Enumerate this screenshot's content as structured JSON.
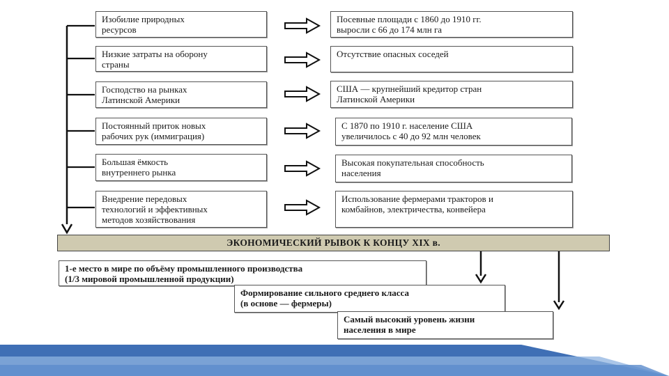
{
  "causes": [
    {
      "text": "Изобилие природных\nресурсов"
    },
    {
      "text": "Низкие затраты на оборону\nстраны"
    },
    {
      "text": "Господство на рынках\nЛатинской Америки"
    },
    {
      "text": "Постоянный приток новых\nрабочих рук (иммиграция)"
    },
    {
      "text": "Большая ёмкость\nвнутреннего рынка"
    },
    {
      "text": "Внедрение передовых\nтехнологий и эффективных\nметодов хозяйствования"
    }
  ],
  "effects": [
    {
      "text": "Посевные площади с 1860 до 1910 гг.\nвыросли с 66 до 174 млн га"
    },
    {
      "text": "Отсутствие опасных соседей"
    },
    {
      "text": "США — крупнейший кредитор стран\nЛатинской Америки"
    },
    {
      "text": "С 1870 по 1910 г. население США\nувеличилось с 40 до 92 млн человек"
    },
    {
      "text": "Высокая покупательная способность\nнаселения"
    },
    {
      "text": "Использование фермерами тракторов и\nкомбайнов, электричества, конвейера"
    }
  ],
  "banner": {
    "text": "ЭКОНОМИЧЕСКИЙ РЫВОК К КОНЦУ XIX в."
  },
  "results": [
    {
      "text": "1-е место в мире по объёму промышленного производства\n(1/3 мировой промышленной продукции)"
    },
    {
      "text": "Формирование сильного среднего класса\n(в основе — фермеры)"
    },
    {
      "text": "Самый высокий уровень жизни\nнаселения в мире"
    }
  ],
  "colors": {
    "banner_fill": "#cfcab0",
    "footer_band_dark": "#3f6fb5",
    "footer_band_light": "#8fb3e0"
  }
}
